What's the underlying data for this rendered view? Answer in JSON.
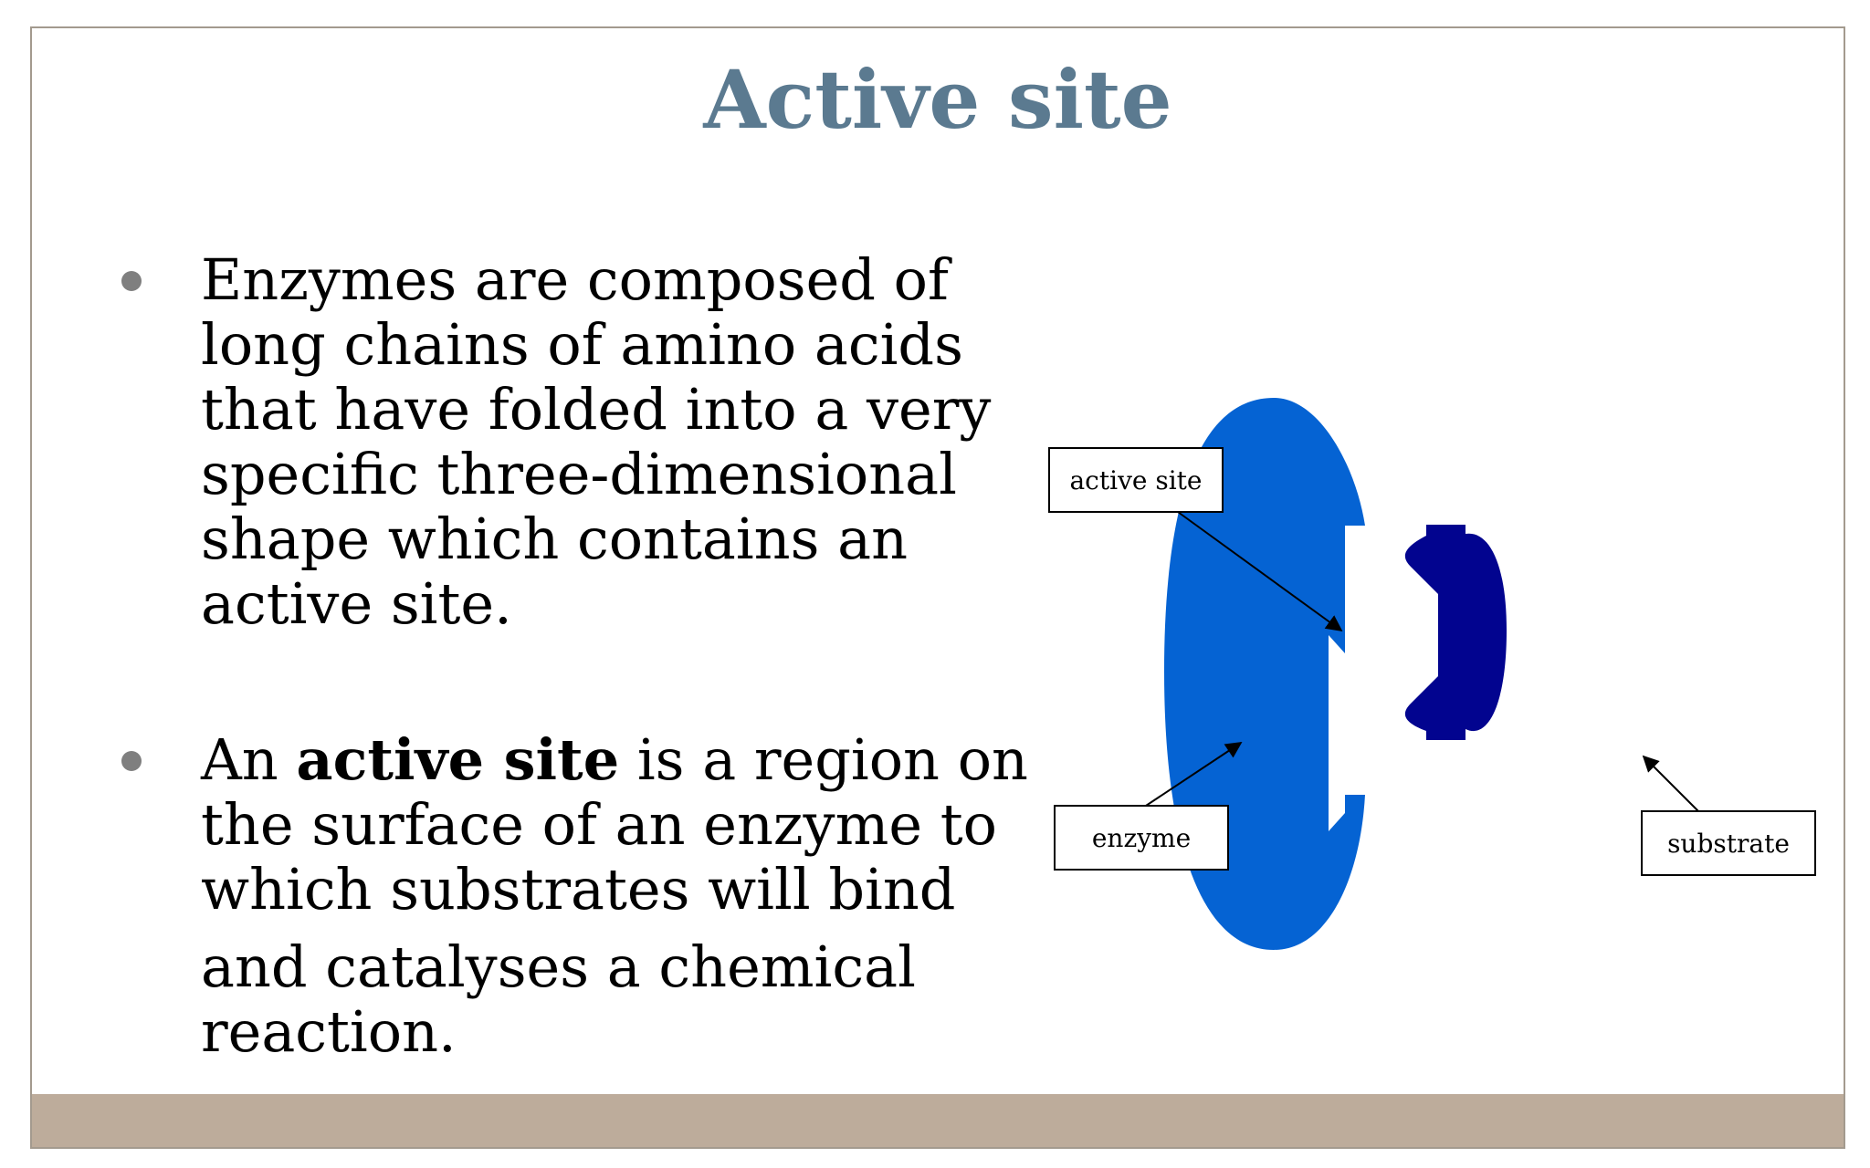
{
  "title": "Active site",
  "bullets": {
    "first": " Enzymes are composed of long chains of amino acids that have folded into a very specific three-dimensional shape which contains an active site.",
    "second_lead": " An ",
    "second_bold": "active site",
    "second_rest": " is a region on the surface of an enzyme to which substrates will bind",
    "second_tail": "and catalyses a chemical reaction."
  },
  "diagram": {
    "labels": {
      "active_site": "active site",
      "enzyme": "enzyme",
      "substrate": "substrate"
    },
    "colors": {
      "enzyme": "#0563d3",
      "substrate": "#02048f",
      "label_border": "#000000"
    }
  },
  "colors": {
    "title": "#5b7a90",
    "footer_band": "#bdac9b",
    "bullet_dot": "#7f7f7f",
    "frame": "#a39a8e"
  }
}
